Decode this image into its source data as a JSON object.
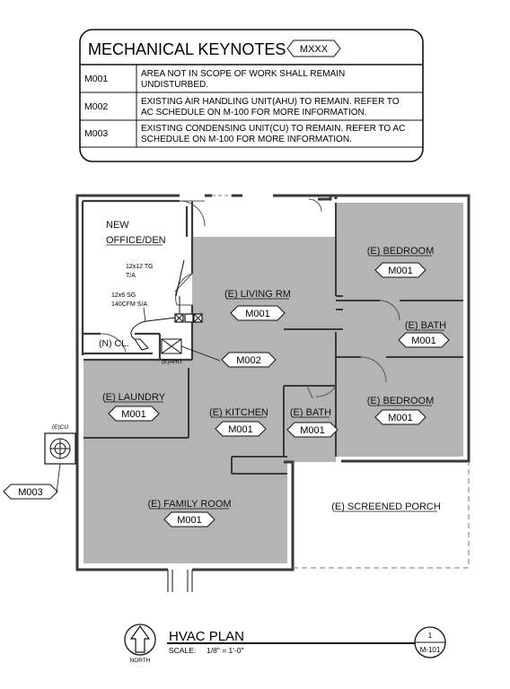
{
  "keynotes": {
    "title": "MECHANICAL KEYNOTES",
    "tag": "MXXX",
    "rows": [
      {
        "code": "M001",
        "lines": [
          "AREA NOT IN SCOPE OF WORK SHALL REMAIN",
          "UNDISTURBED."
        ]
      },
      {
        "code": "M002",
        "lines": [
          "EXISTING AIR HANDLING UNIT(AHU) TO REMAIN. REFER TO",
          "AC SCHEDULE ON M-100 FOR MORE INFORMATION."
        ]
      },
      {
        "code": "M003",
        "lines": [
          "EXISTING CONDENSING UNIT(CU) TO REMAIN. REFER TO AC",
          "SCHEDULE ON M-100 FOR MORE INFORMATION."
        ]
      }
    ]
  },
  "plan": {
    "rooms": {
      "office": [
        "NEW",
        "OFFICE/DEN"
      ],
      "closet": "(N) CL.",
      "living": "(E) LIVING RM",
      "bedroom1": "(E) BEDROOM",
      "bath1": "(E) BATH",
      "bedroom2": "(E) BEDROOM",
      "laundry": "(E) LAUNDRY",
      "kitchen": "(E) KITCHEN",
      "bath2": "(E) BATH",
      "family": "(E) FAMILY ROOM",
      "porch": "(E) SCREENED PORCH"
    },
    "tags": {
      "living": "M001",
      "bedroom1": "M001",
      "bath1": "M001",
      "bedroom2": "M001",
      "laundry": "M001",
      "kitchen": "M001",
      "bath2": "M001",
      "family": "M001",
      "ahu_callout": "M002",
      "cu_callout": "M003"
    },
    "equipment": {
      "grille1": [
        "12x12 TG",
        "T/A"
      ],
      "grille2": [
        "12x6 SG",
        "140CFM S/A"
      ],
      "ahu": "(E)AHU",
      "cu": "(E)CU"
    },
    "colors": {
      "existing_fill": "#b4b4b4",
      "wall": "#3a3a3a",
      "line": "#111111"
    }
  },
  "title_block": {
    "title": "HVAC PLAN",
    "scale_label": "SCALE:",
    "scale_value": "1/8\" = 1'-0\"",
    "north": "NORTH",
    "detail_number": "1",
    "sheet": "M-101"
  }
}
